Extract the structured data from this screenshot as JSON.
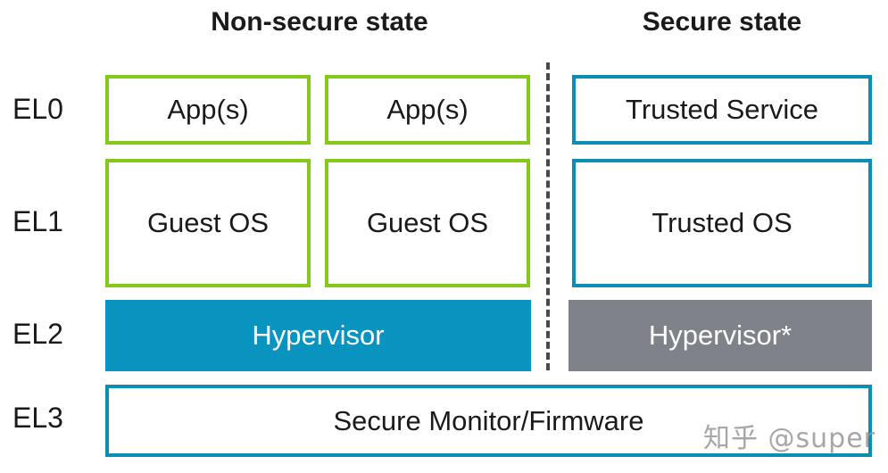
{
  "headings": {
    "non_secure": "Non-secure state",
    "secure": "Secure state"
  },
  "levels": {
    "el0": "EL0",
    "el1": "EL1",
    "el2": "EL2",
    "el3": "EL3"
  },
  "non_secure": {
    "app1": "App(s)",
    "app2": "App(s)",
    "guest_os1": "Guest OS",
    "guest_os2": "Guest OS",
    "hypervisor": "Hypervisor"
  },
  "secure": {
    "trusted_service": "Trusted Service",
    "trusted_os": "Trusted OS",
    "hypervisor": "Hypervisor*"
  },
  "monitor": "Secure Monitor/Firmware",
  "watermark": "知乎 @super",
  "colors": {
    "non_secure_border": "#84c91a",
    "secure_border": "#0a8eb4",
    "hypervisor_fill": "#0993bf",
    "secure_hypervisor_fill": "#7d8389"
  }
}
